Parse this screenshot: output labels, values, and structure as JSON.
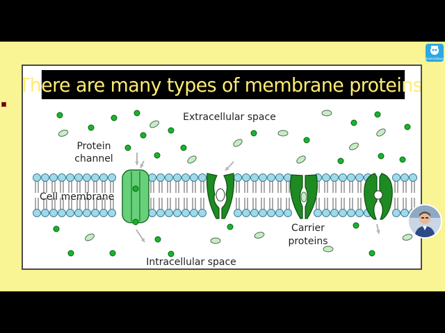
{
  "slide": {
    "title": "There are many types of membrane proteins.",
    "logo_text": "ScienceSauce"
  },
  "diagram": {
    "labels": {
      "extracellular": "Extracellular space",
      "intracellular": "Intracellular space",
      "cell_membrane": "Cell membrane",
      "protein_channel_line1": "Protein",
      "protein_channel_line2": "channel",
      "carrier_line1": "Carrier",
      "carrier_line2": "proteins"
    },
    "colors": {
      "lipid_head": "#9fd9ea",
      "lipid_head_stroke": "#3a7d93",
      "channel_fill": "#67d17a",
      "carrier_fill": "#1e8a22",
      "ion": "#18b52a",
      "oval": "#c8ecc8",
      "background": "#f9f494",
      "title_text": "#ffec73"
    }
  }
}
